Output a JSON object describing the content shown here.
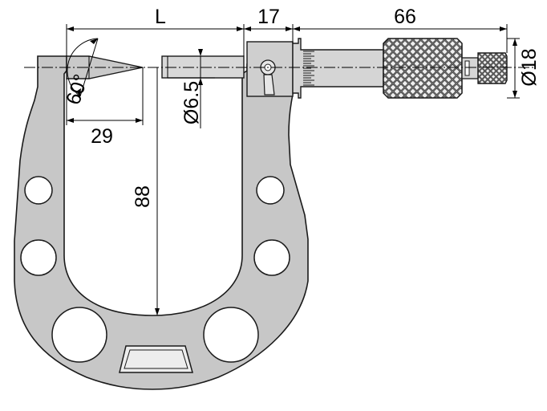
{
  "dimensions": {
    "L": "L",
    "d17": "17",
    "d66": "66",
    "d18": "Ø18",
    "angle": "60°",
    "d29": "29",
    "d65": "Ø6.5",
    "d88": "88"
  },
  "colors": {
    "frame": "#c7c7c7",
    "outline": "#1a1a1a",
    "background": "#ffffff"
  }
}
